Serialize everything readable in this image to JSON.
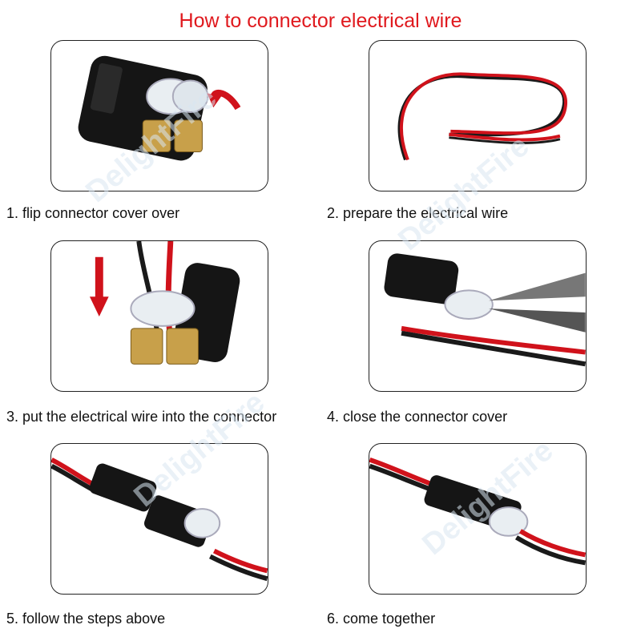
{
  "title": "How to connector electrical wire",
  "colors": {
    "title": "#e0191e",
    "wire_red": "#d0121b",
    "wire_black": "#1a1a1a",
    "connector": "#151515",
    "metal": "#c8a04a"
  },
  "steps": [
    {
      "caption": "1. flip connector cover over",
      "image": "connector-with-cover-flip-arrow"
    },
    {
      "caption": "2. prepare the electrical wire",
      "image": "red-black-wire-coil"
    },
    {
      "caption": "3. put the electrical wire into the connector",
      "image": "wire-inserted-down-arrow"
    },
    {
      "caption": "4. close the connector cover",
      "image": "pliers-closing-cover"
    },
    {
      "caption": "5. follow the steps above",
      "image": "two-connector-halves"
    },
    {
      "caption": "6. come together",
      "image": "joined-connector"
    }
  ],
  "watermark": "DelightFire"
}
